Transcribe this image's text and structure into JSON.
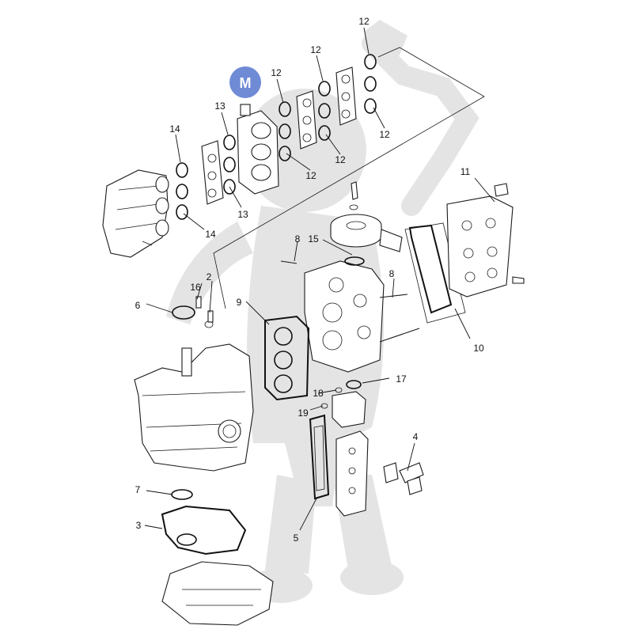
{
  "watermark": {
    "logo_letter": "M",
    "logo_color": "#3f64c8"
  },
  "callouts": {
    "c1": "2",
    "c2": "3",
    "c3": "4",
    "c4": "5",
    "c5": "6",
    "c6": "7",
    "c7": "8",
    "c8": "8",
    "c9": "9",
    "c10": "10",
    "c11": "11",
    "c12a": "12",
    "c12b": "12",
    "c12c": "12",
    "c12d": "12",
    "c12e": "12",
    "c12f": "12",
    "c13a": "13",
    "c13b": "13",
    "c14a": "14",
    "c14b": "14",
    "c15": "15",
    "c16": "16",
    "c17": "17",
    "c18": "18",
    "c19": "19"
  }
}
